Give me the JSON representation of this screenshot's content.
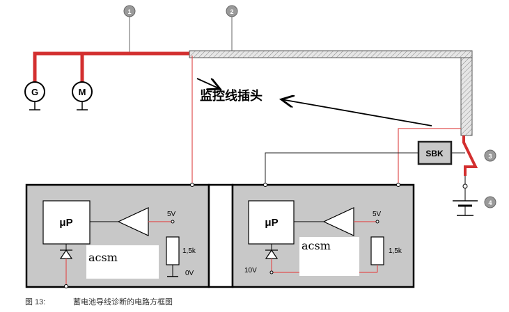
{
  "callouts": [
    "1",
    "2",
    "3",
    "4"
  ],
  "components": {
    "generator": "G",
    "motor": "M",
    "sbk": "SBK",
    "up": "μP",
    "v5": "5V",
    "r1k5": "1,5k",
    "v0": "0V",
    "v10": "10V"
  },
  "annotations": {
    "connector": "监控线插头",
    "cover_text": "acsm"
  },
  "caption": {
    "figure": "图 13:",
    "title": "蓄电池导线诊断的电路方框图"
  },
  "colors": {
    "red_wire": "#d32f2f",
    "thin_red": "#e05050",
    "module_fill": "#c8c8c8",
    "bus_fill": "#dcdcdc",
    "callout": "#9a9a9a"
  }
}
